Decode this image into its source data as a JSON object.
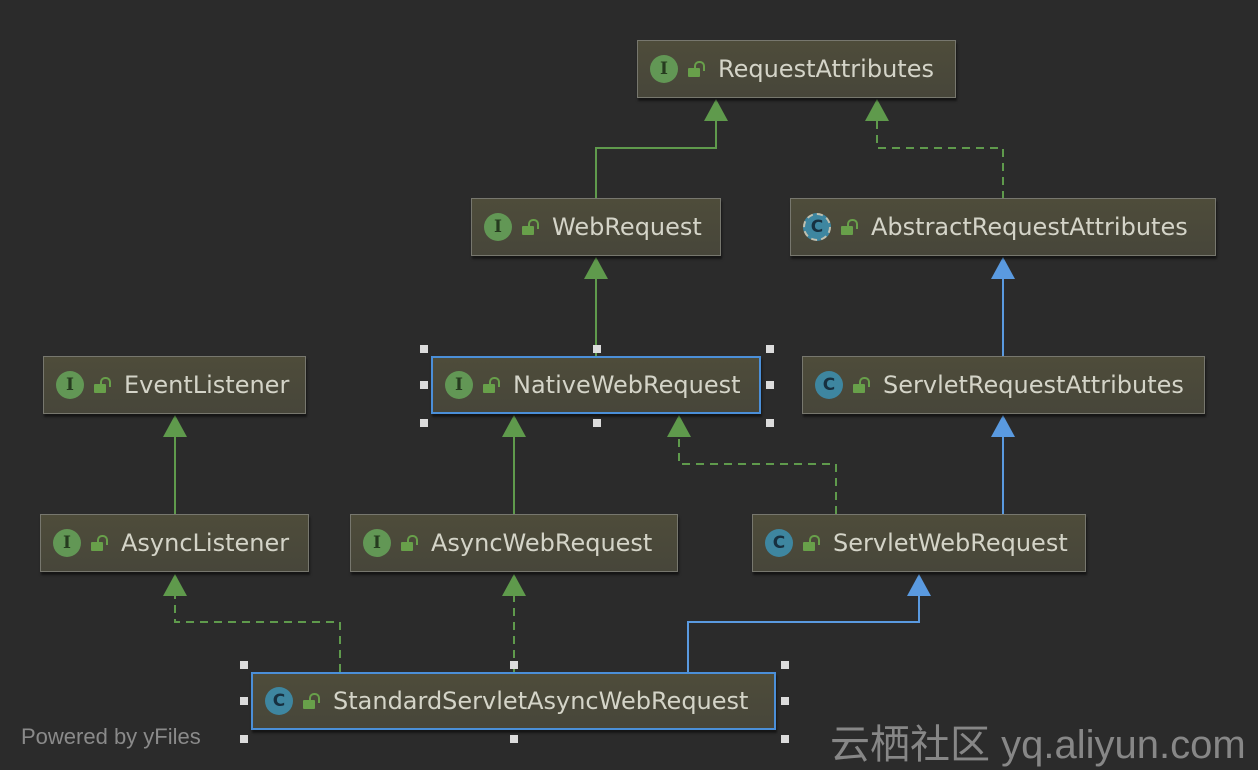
{
  "colors": {
    "background": "#2b2b2b",
    "node_fill": "#4a4938",
    "node_text": "#d4d4c8",
    "selection_border": "#4b8fd8",
    "extends_interface": "#5f9a4c",
    "extends_class": "#5a9ae0",
    "handle": "#dcdcdc"
  },
  "nodes": [
    {
      "id": "request_attributes",
      "label": "RequestAttributes",
      "badge": "I",
      "kind": "interface",
      "icon": "interface-icon"
    },
    {
      "id": "web_request",
      "label": "WebRequest",
      "badge": "I",
      "kind": "interface",
      "icon": "interface-icon"
    },
    {
      "id": "abstract_request_attributes",
      "label": "AbstractRequestAttributes",
      "badge": "C",
      "kind": "abstract",
      "icon": "abstract-class-icon"
    },
    {
      "id": "event_listener",
      "label": "EventListener",
      "badge": "I",
      "kind": "interface",
      "icon": "interface-icon"
    },
    {
      "id": "native_web_request",
      "label": "NativeWebRequest",
      "badge": "I",
      "kind": "interface",
      "icon": "interface-icon",
      "selected": true
    },
    {
      "id": "servlet_request_attributes",
      "label": "ServletRequestAttributes",
      "badge": "C",
      "kind": "class",
      "icon": "class-icon"
    },
    {
      "id": "async_listener",
      "label": "AsyncListener",
      "badge": "I",
      "kind": "interface",
      "icon": "interface-icon"
    },
    {
      "id": "async_web_request",
      "label": "AsyncWebRequest",
      "badge": "I",
      "kind": "interface",
      "icon": "interface-icon"
    },
    {
      "id": "servlet_web_request",
      "label": "ServletWebRequest",
      "badge": "C",
      "kind": "class",
      "icon": "class-icon"
    },
    {
      "id": "standard_servlet_async_web_request",
      "label": "StandardServletAsyncWebRequest",
      "badge": "C",
      "kind": "class",
      "icon": "class-icon",
      "selected": true
    }
  ],
  "edges": [
    {
      "from": "web_request",
      "to": "request_attributes",
      "relation": "extends",
      "style": "solid"
    },
    {
      "from": "abstract_request_attributes",
      "to": "request_attributes",
      "relation": "implements",
      "style": "dashed"
    },
    {
      "from": "native_web_request",
      "to": "web_request",
      "relation": "extends",
      "style": "solid"
    },
    {
      "from": "servlet_request_attributes",
      "to": "abstract_request_attributes",
      "relation": "extends",
      "style": "solid-class"
    },
    {
      "from": "async_listener",
      "to": "event_listener",
      "relation": "extends",
      "style": "solid"
    },
    {
      "from": "async_web_request",
      "to": "native_web_request",
      "relation": "extends",
      "style": "solid"
    },
    {
      "from": "servlet_web_request",
      "to": "native_web_request",
      "relation": "implements",
      "style": "dashed"
    },
    {
      "from": "servlet_web_request",
      "to": "servlet_request_attributes",
      "relation": "extends",
      "style": "solid-class"
    },
    {
      "from": "standard_servlet_async_web_request",
      "to": "async_listener",
      "relation": "implements",
      "style": "dashed"
    },
    {
      "from": "standard_servlet_async_web_request",
      "to": "async_web_request",
      "relation": "implements",
      "style": "dashed"
    },
    {
      "from": "standard_servlet_async_web_request",
      "to": "servlet_web_request",
      "relation": "extends",
      "style": "solid-class"
    }
  ],
  "footer": {
    "text": "Powered by yFiles"
  },
  "watermark": {
    "text": "云栖社区 yq.aliyun.com"
  }
}
